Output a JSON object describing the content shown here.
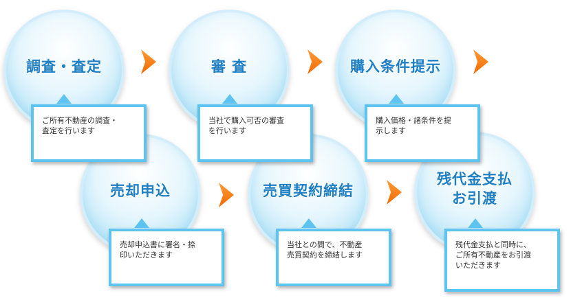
{
  "steps": [
    {
      "title": "調査・査定",
      "desc": "ご所有不動産の調査・\n査定を行います"
    },
    {
      "title": "審 査",
      "desc": "当社で購入可否の審査\nを行います"
    },
    {
      "title": "購入条件提示",
      "desc": "購入価格・諸条件を提\n示します"
    },
    {
      "title": "売却申込",
      "desc": "売却申込書に署名・捺\n印いただきます"
    },
    {
      "title": "売買契約締結",
      "desc": "当社との間で、不動産\n売買契約を締結します"
    },
    {
      "title": "残代金支払\nお引渡",
      "desc": "残代金支払と同時に、\nご所有不動産をお引渡\nいただきます"
    }
  ],
  "colors": {
    "title": "#1e7fc4",
    "circle_border": "#d3eefa",
    "box_border": "#5dc3ef",
    "arrow": "#f06a00"
  },
  "icons": {
    "arrow": "orange-right-arrow"
  }
}
